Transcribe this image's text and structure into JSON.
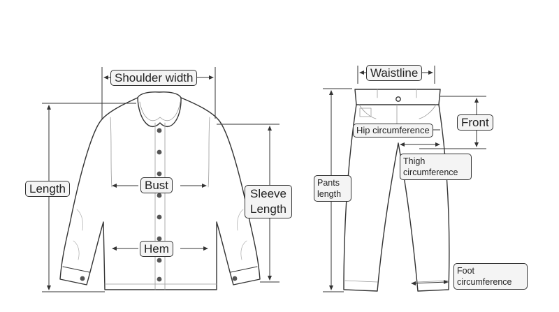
{
  "labels": {
    "shoulder_width": "Shoulder width",
    "length": "Length",
    "bust": "Bust",
    "sleeve_length_1": "Sleeve",
    "sleeve_length_2": "Length",
    "hem": "Hem",
    "waistline": "Waistline",
    "front": "Front",
    "hip_circumference": "Hip circumference",
    "thigh_circumference_1": "Thigh",
    "thigh_circumference_2": "circumference",
    "pants_length_1": "Pants",
    "pants_length_2": "length",
    "foot_circumference_1": "Foot",
    "foot_circumference_2": "circumference"
  }
}
